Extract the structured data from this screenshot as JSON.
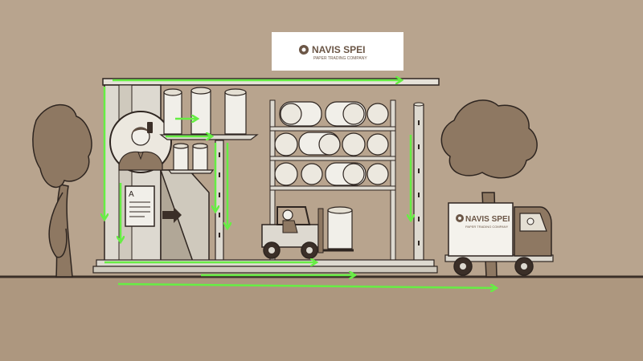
{
  "sign": {
    "brand": "NAVIS SPEI",
    "tagline": "PAPER TRADING COMPANY"
  },
  "truck": {
    "brand": "NAVIS SPEI",
    "tagline": "PAPER TRADING COMPANY"
  },
  "document": {
    "letter": "A"
  },
  "colors": {
    "background": "#b8a48e",
    "ground": "#ad977f",
    "ground_line": "#3b2f28",
    "line": "#2e2520",
    "paper": "#f1efe9",
    "wall": "#ddd9d0",
    "shadow": "#b1a797",
    "tree": "#8e7862",
    "arrow": "#66ee44"
  },
  "icons": [
    "navis-spei-logo-icon",
    "arrow-right-icon",
    "forklift-icon",
    "truck-icon",
    "person-phone-icon"
  ]
}
